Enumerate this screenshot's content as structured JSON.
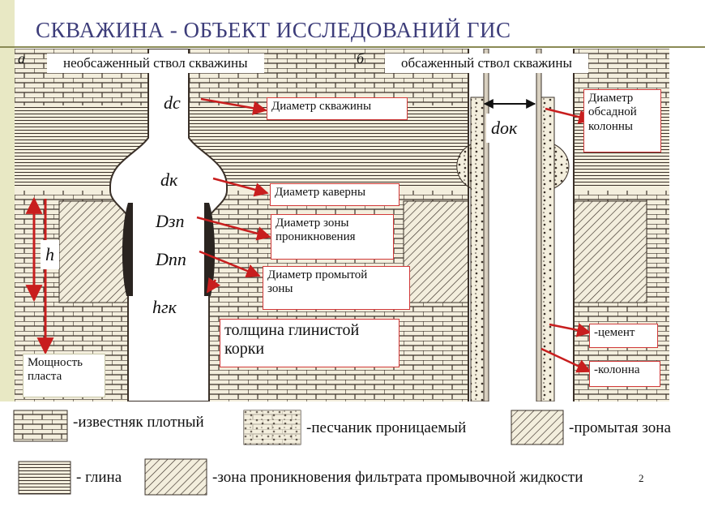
{
  "title": "СКВАЖИНА - ОБЪЕКТ  ИССЛЕДОВАНИЙ  ГИС",
  "panel_a": "а",
  "panel_b": "б",
  "uncased_header": "необсаженный ствол скважины",
  "cased_header": "обсаженный ствол скважины",
  "symbols": {
    "dc": "dc",
    "dk": "dк",
    "dzp": "Dзп",
    "dpp": "Dпп",
    "hgk": "hгк",
    "h": "h",
    "dok": "dок"
  },
  "labels": {
    "borehole_diameter": "Диаметр скважины",
    "cavern_diameter": "Диаметр каверны",
    "invasion_zone": "Диаметр зоны\n проникновения",
    "flushed_zone": "Диаметр промытой\nзоны",
    "mudcake": "толщина глинистой\nкорки",
    "casing_diameter": "Диаметр\nобсадной\nколонны",
    "cement": "-цемент",
    "casing": "-колонна",
    "bed_thickness": "Мощность\nпласта"
  },
  "legend": {
    "limestone": "-известняк плотный",
    "sandstone": "-песчаник проницаемый",
    "flushed": "-промытая зона",
    "clay": "- глина",
    "invasion": "-зона проникновения фильтрата промывочной жидкости"
  },
  "page_number": "2",
  "colors": {
    "background": "#f3eedd",
    "ink": "#3a3028",
    "arrow": "#c81e1e",
    "title": "#3d3d7a",
    "stripe": "#e8e8c4"
  }
}
